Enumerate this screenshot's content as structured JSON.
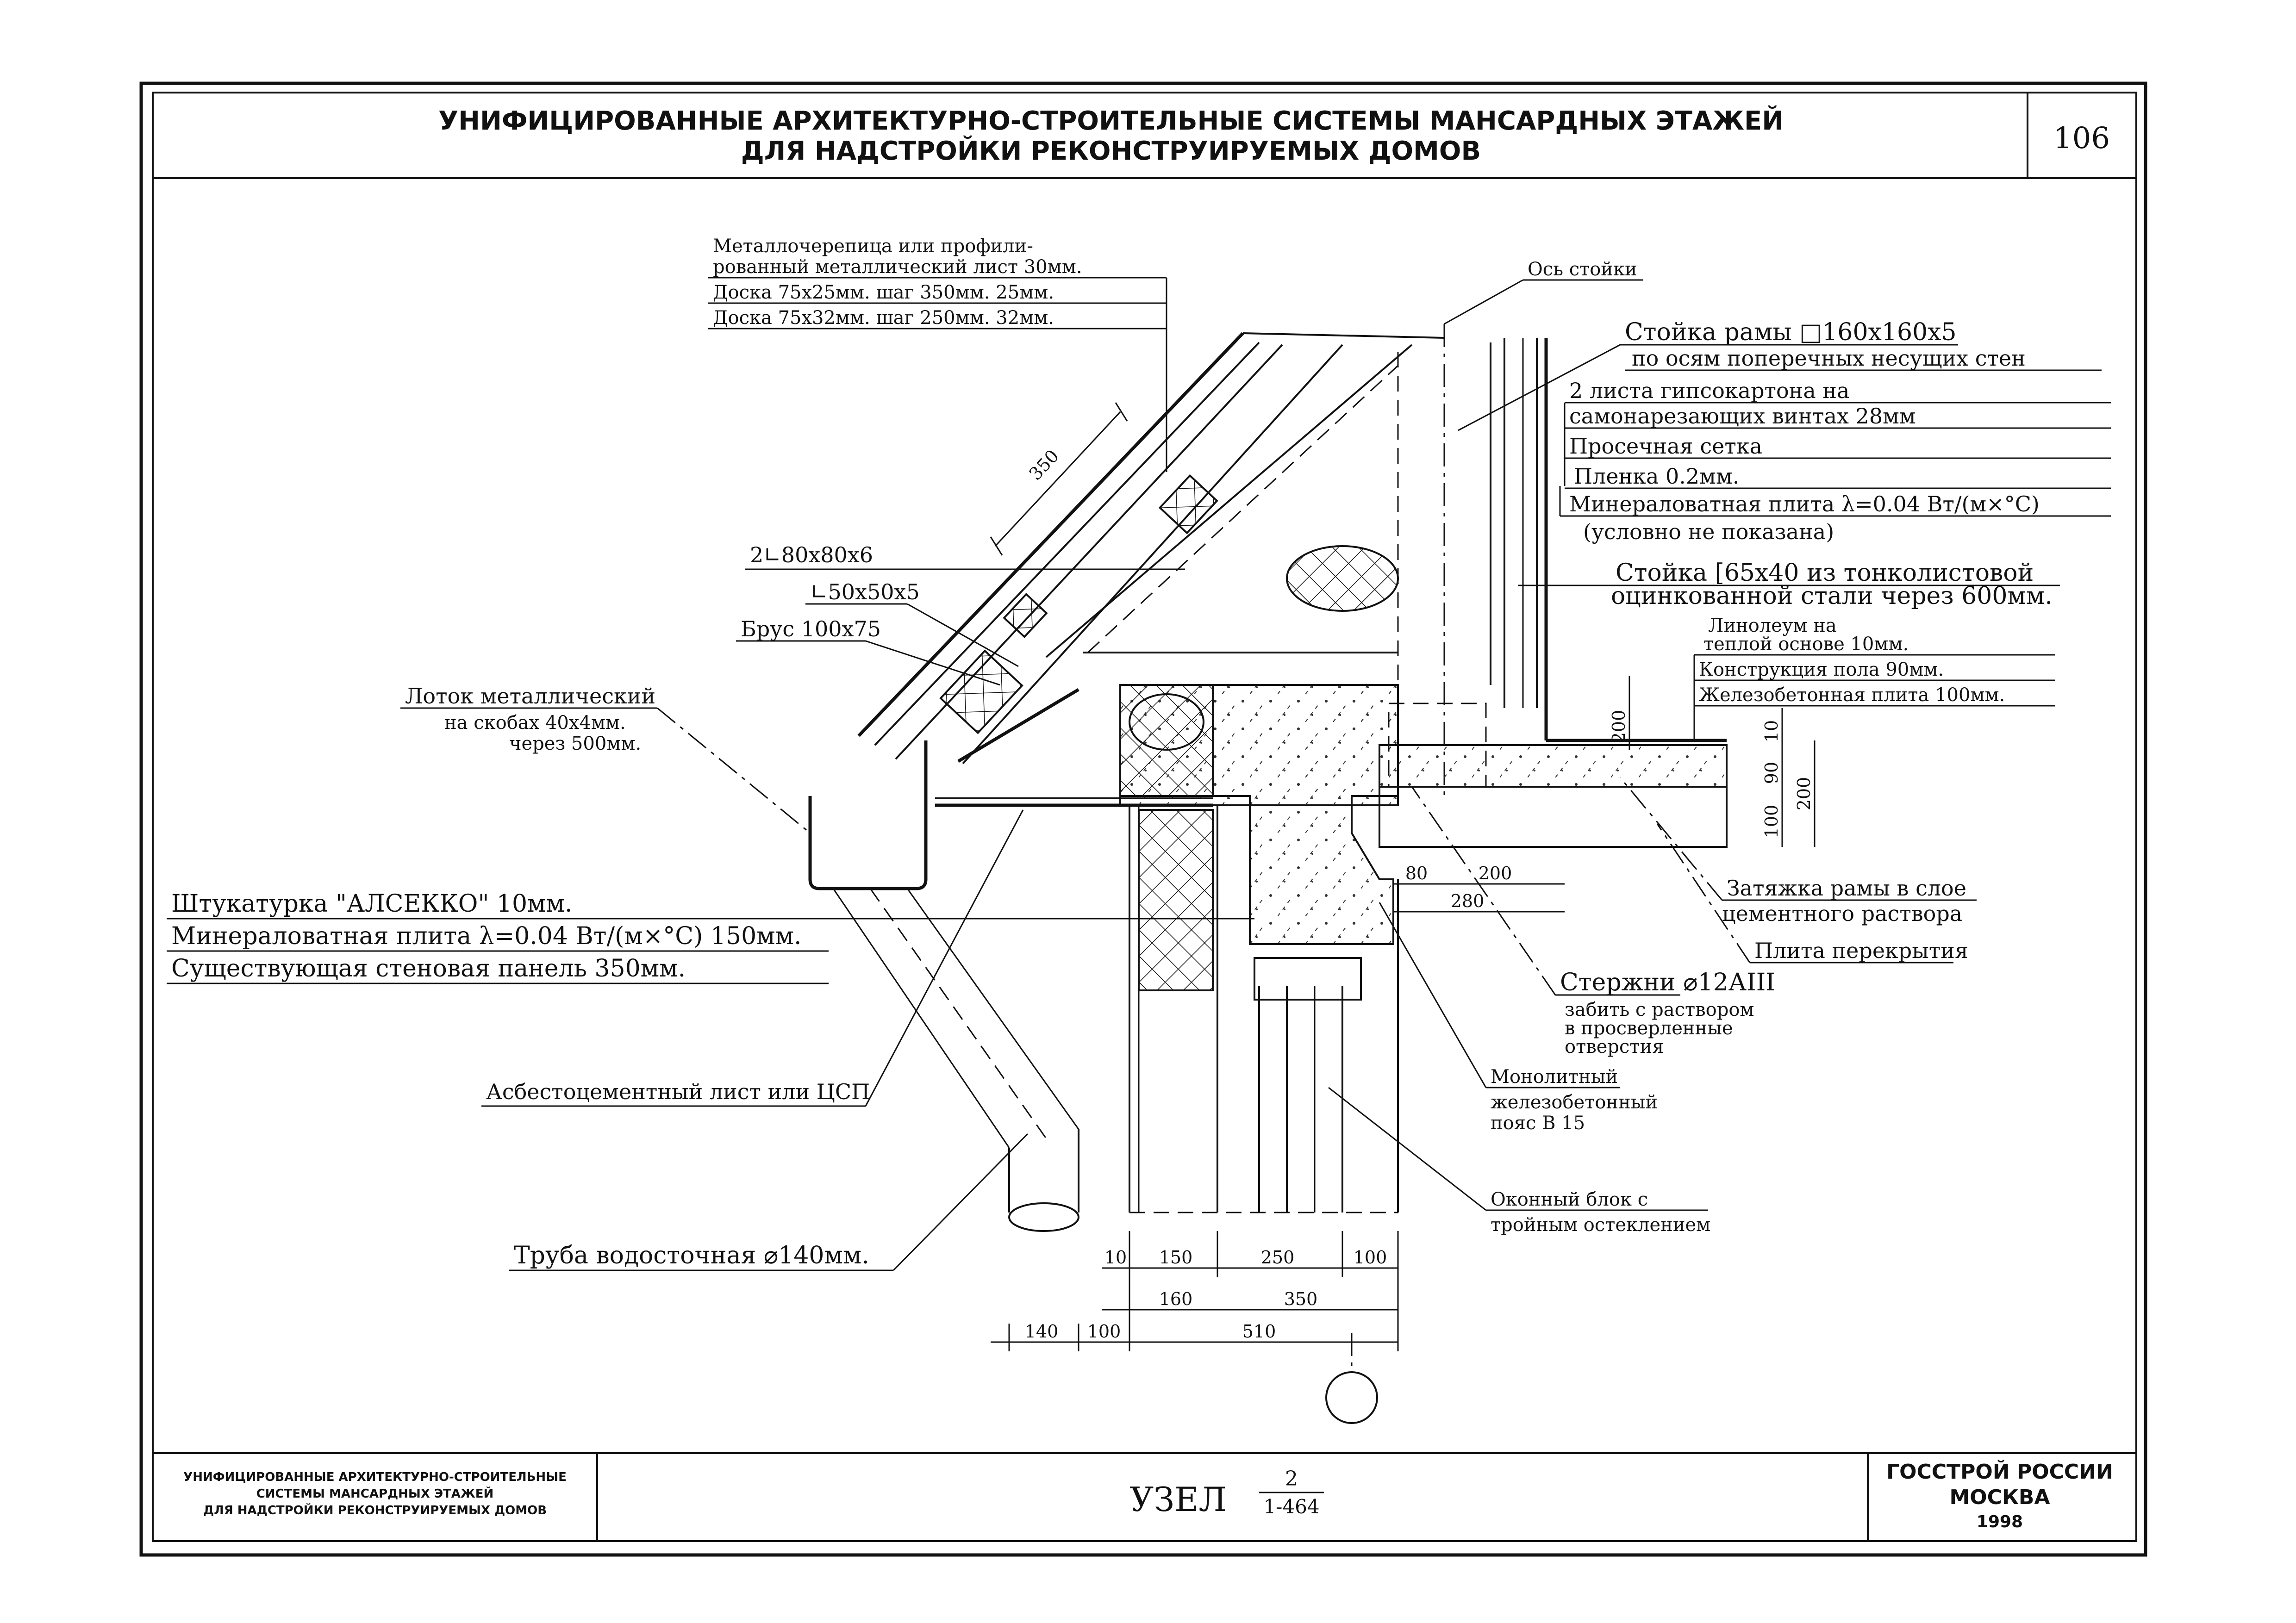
{
  "header": {
    "title_line1": "УНИФИЦИРОВАННЫЕ АРХИТЕКТУРНО-СТРОИТЕЛЬНЫЕ СИСТЕМЫ МАНСАРДНЫХ ЭТАЖЕЙ",
    "title_line2": "ДЛЯ НАДСТРОЙКИ РЕКОНСТРУИРУЕМЫХ ДОМОВ",
    "page_number": "106"
  },
  "roof_labels": {
    "l1a": "Металлочерепица или профили-",
    "l1b": "рованный металлический лист  30мм.",
    "l2": "Доска 75х25мм. шаг 350мм.     25мм.",
    "l3": "Доска 75х32мм. шаг 250мм.     32мм.",
    "axis": "Ось стойки",
    "dim350": "350",
    "angle1": "2∟80х80х6",
    "angle2": "∟50х50х5",
    "beam": "Брус 100х75",
    "gutter_a": "Лоток металлический",
    "gutter_b": "на скобах 40х4мм.",
    "gutter_c": "через 500мм."
  },
  "right_labels": {
    "frame_a": "Стойка рамы □160х160х5",
    "frame_b": "по осям поперечных несущих стен",
    "gyp_a": "2 листа гипсокартона на",
    "gyp_b": "самонарезающих винтах         28мм",
    "mesh": "Просечная сетка",
    "film": "Пленка                    0.2мм.",
    "wool": "Минераловатная плита λ=0.04 Вт/(м×°С)",
    "wool_note": "(условно не показана)",
    "stud_a": "Стойка [65х40 из тонколистовой",
    "stud_b": "оцинкованной стали через 600мм.",
    "floor_a": "Линолеум на",
    "floor_b": "теплой основе           10мм.",
    "floor_c": "Конструкция пола      90мм.",
    "floor_d": "Железобетонная плита  100мм."
  },
  "wall_labels": {
    "plaster": "Штукатурка \"АЛСЕККО\"              10мм.",
    "wool": "Минераловатная плита λ=0.04 Вт/(м×°С) 150мм.",
    "panel": "Существующая стеновая панель       350мм.",
    "asbestos": "Асбестоцементный лист или ЦСП",
    "pipe": "Труба водосточная ⌀140мм."
  },
  "lower_labels": {
    "tie_a": "Затяжка рамы в слое",
    "tie_b": "цементного раствора",
    "slab": "Плита перекрытия",
    "rods_a": "Стержни ⌀12АIII",
    "rods_b": "забить с раствором",
    "rods_c": "в просверленные",
    "rods_d": "отверстия",
    "mono_a": "Монолитный",
    "mono_b": "железобетонный",
    "mono_c": "пояс В 15",
    "win_a": "Оконный блок с",
    "win_b": "тройным остеклением"
  },
  "dimensions": {
    "d200v": "200",
    "d10": "10",
    "d90": "90",
    "d100": "100",
    "d200r": "200",
    "d80": "80",
    "d200h": "200",
    "d280": "280",
    "r1": [
      "10",
      "150",
      "250",
      "100"
    ],
    "r2": [
      "160",
      "350"
    ],
    "r3": [
      "140",
      "100",
      "510"
    ]
  },
  "title_block": {
    "left_1": "УНИФИЦИРОВАННЫЕ АРХИТЕКТУРНО-СТРОИТЕЛЬНЫЕ",
    "left_2": "СИСТЕМЫ МАНСАРДНЫХ ЭТАЖЕЙ",
    "left_3": "ДЛЯ НАДСТРОЙКИ РЕКОНСТРУИРУЕМЫХ ДОМОВ",
    "node_word": "УЗЕЛ",
    "node_num": "2",
    "node_series": "1-464",
    "org": "ГОССТРОЙ РОССИИ",
    "city": "МОСКВА",
    "year": "1998"
  }
}
